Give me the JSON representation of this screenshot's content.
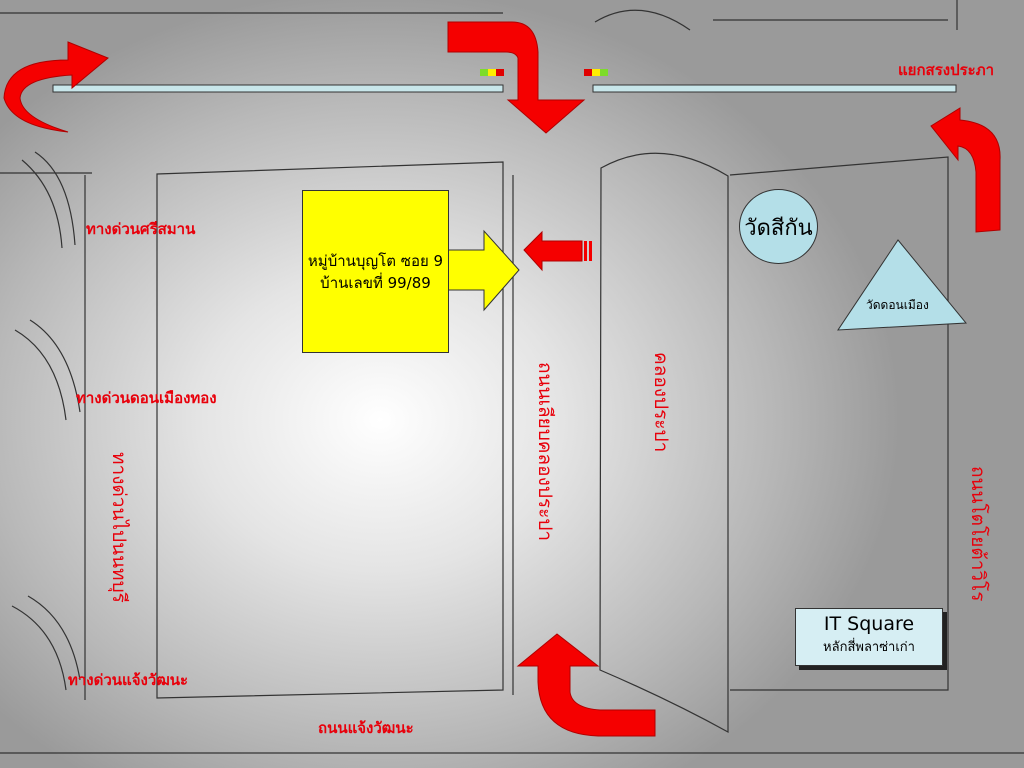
{
  "labels": {
    "junction_top_right": "แยกสรงประภา",
    "expressway_srisaman": "ทางด่วนศรีสมาน",
    "expressway_donmueang": "ทางด่วนดอนเมืองทอง",
    "expressway_chaengwattana": "ทางด่วนแจ้งวัฒนะ",
    "road_chaengwattana": "ถนนแจ้งวัฒนะ",
    "road_klong_prapa_side": "ถนนเลียบคลองประปา",
    "canal_prapa": "คลองประปา",
    "expressway_vertical": "ทางด่วนไปนนทบุรี",
    "road_tiwanon": "ถนนโตโยต้าวิโร"
  },
  "house": {
    "line1": "หมู่บ้านบุญโต ซอย 9",
    "line2": "บ้านเลขที่ 99/89"
  },
  "temple": "วัดสีกัน",
  "triangle_label": "วัดดอนเมือง",
  "it_square": {
    "title": "IT Square",
    "subtitle": "หลักสี่พลาซ่าเก่า"
  },
  "colors": {
    "arrow_red": "#f50000",
    "label_red": "#e8000b",
    "house_yellow": "#ffff00",
    "road_blue": "#c8e6ea"
  }
}
